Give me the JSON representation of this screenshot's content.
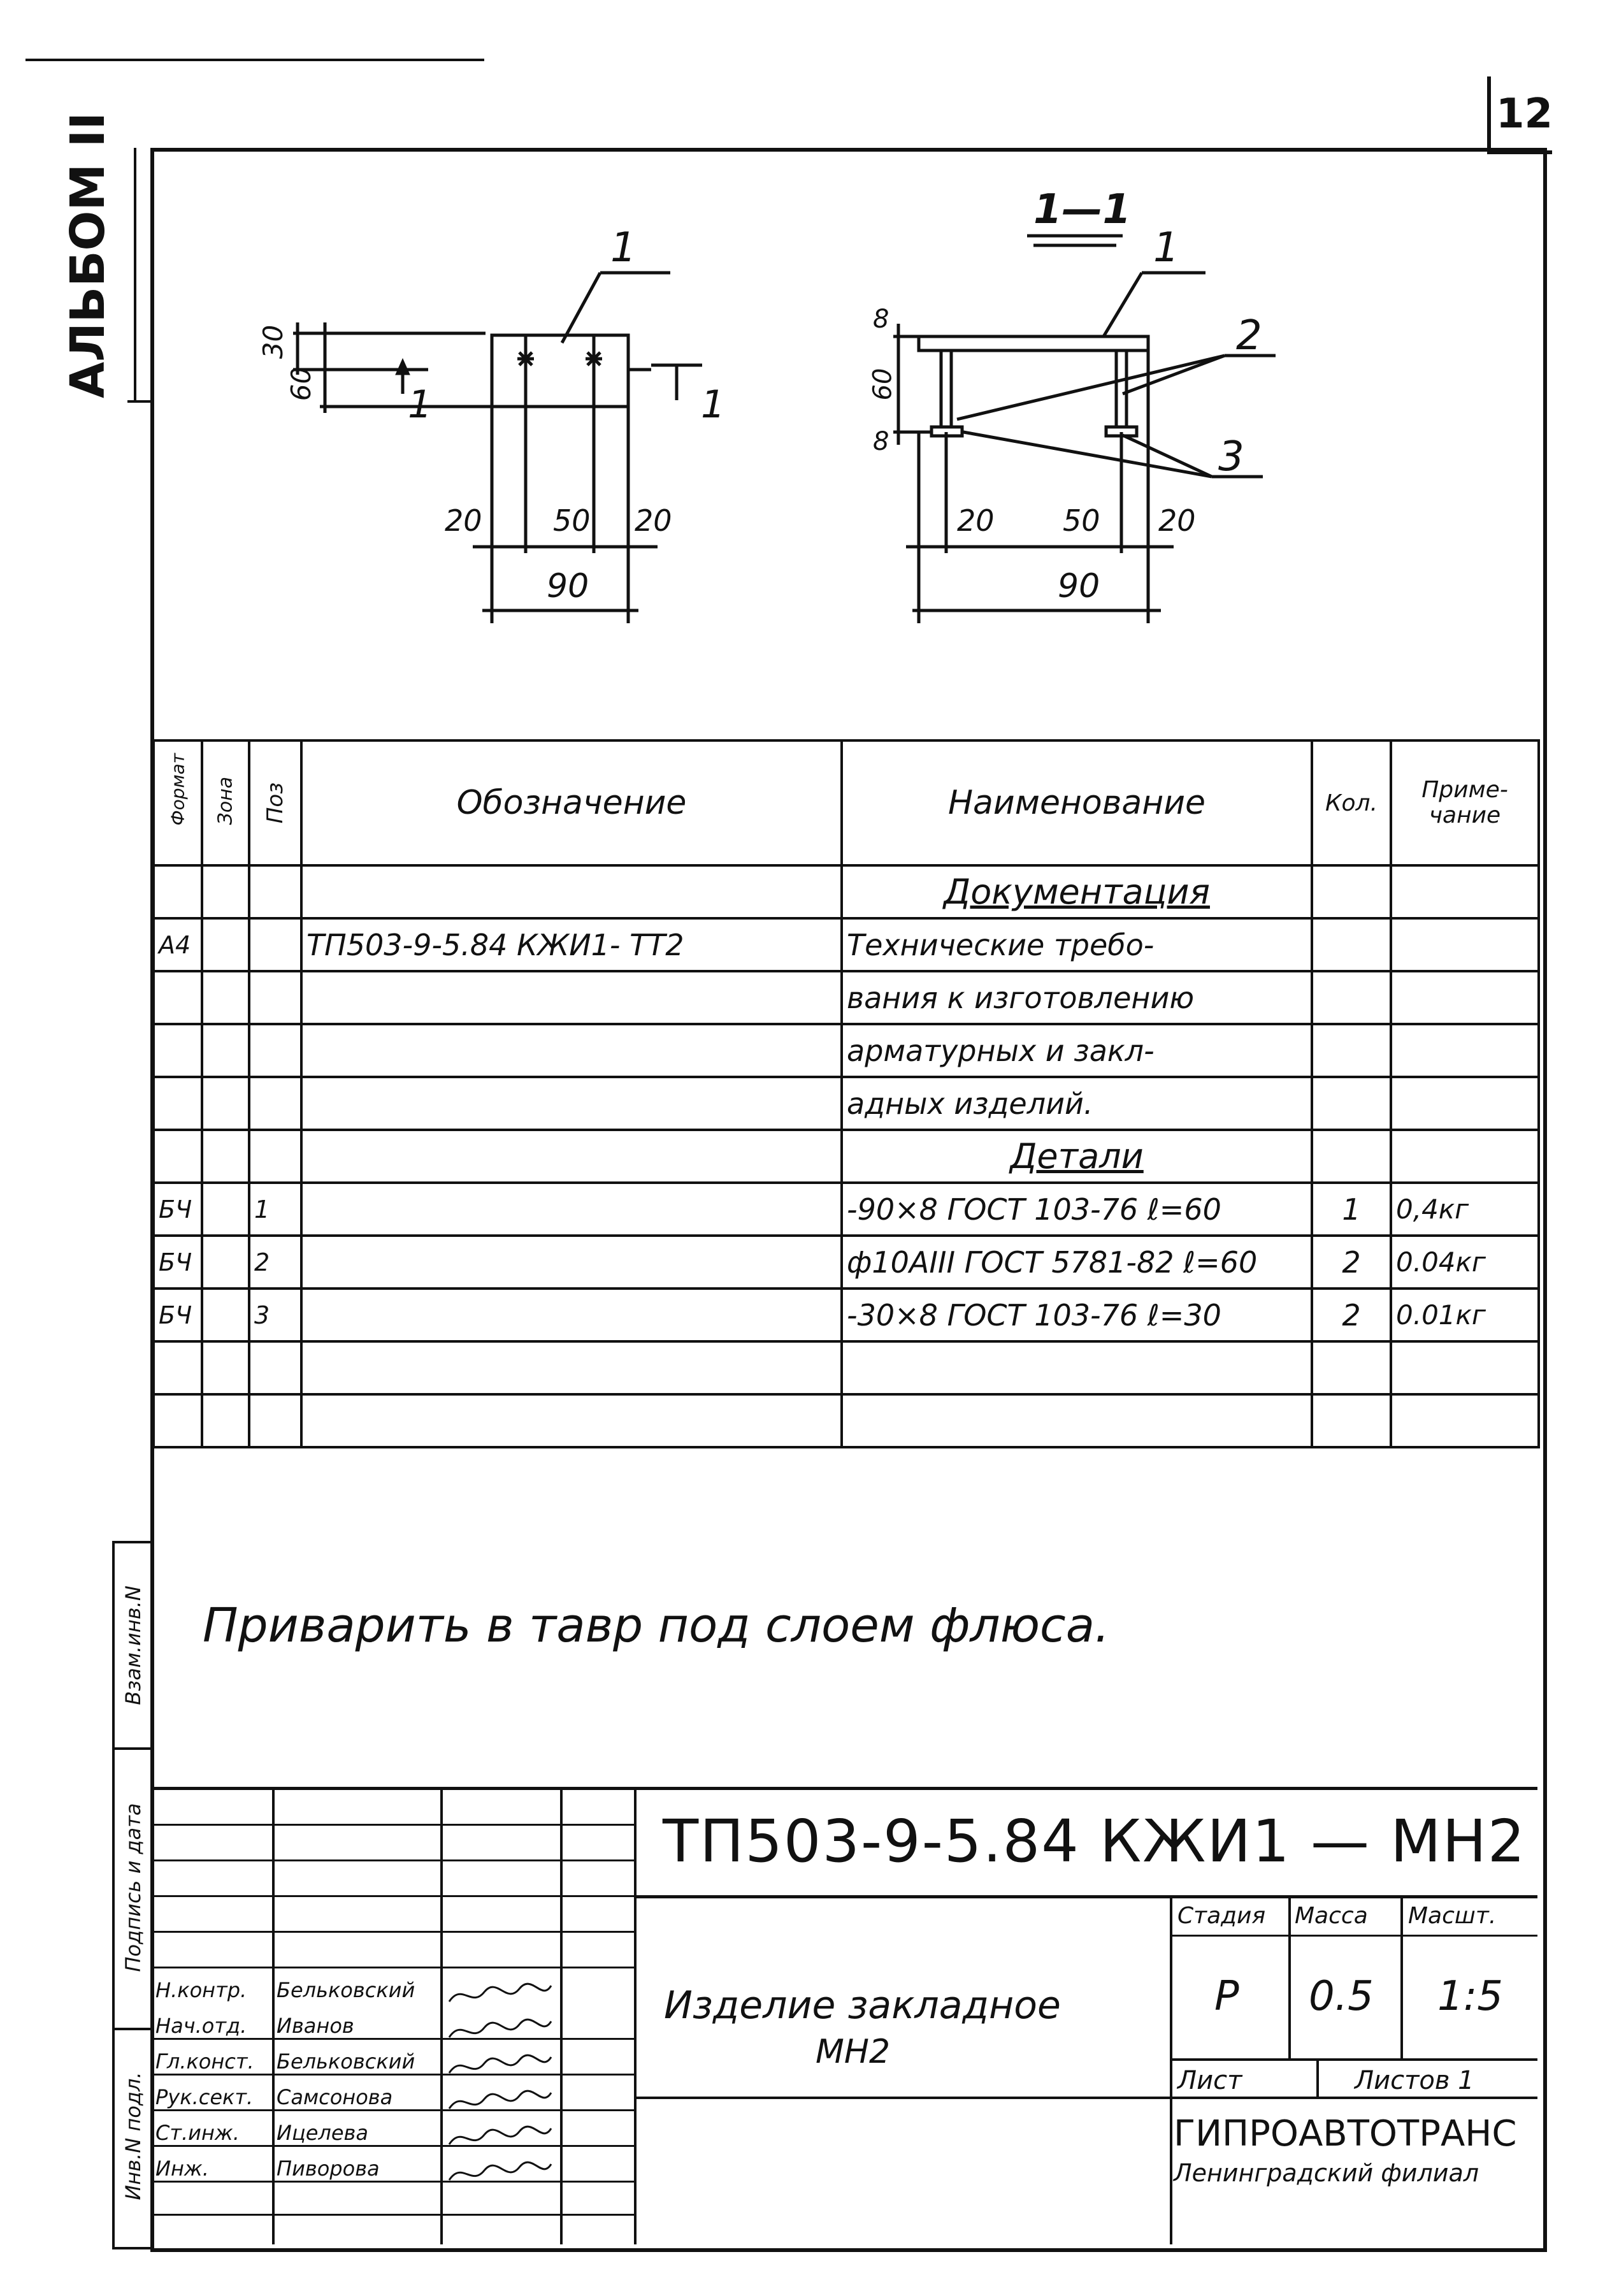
{
  "sheet_number": "12",
  "album_label": "АЛЬБОМ II",
  "drawing": {
    "view_left": {
      "position_callout": "1",
      "dims_vertical": [
        "30",
        "60"
      ],
      "dims_horizontal": [
        "20",
        "50",
        "20"
      ],
      "dim_total": "90",
      "section_mark_left": "1",
      "section_mark_right": "1"
    },
    "view_right": {
      "section_title": "1—1",
      "callouts": [
        "1",
        "2",
        "3"
      ],
      "dims_vertical": [
        "8",
        "60",
        "8"
      ],
      "dims_horizontal": [
        "20",
        "50",
        "20"
      ],
      "dim_total": "90"
    }
  },
  "spec_table": {
    "headers": {
      "format": "Формат",
      "zone": "Зона",
      "pos": "Поз",
      "designation": "Обозначение",
      "name": "Наименование",
      "qty": "Кол.",
      "note": "Приме-\nчание"
    },
    "rows": [
      {
        "format": "",
        "zone": "",
        "pos": "",
        "designation": "",
        "name": "Документация",
        "qty": "",
        "note": "",
        "underline": true
      },
      {
        "format": "А4",
        "zone": "",
        "pos": "",
        "designation": "ТП503-9-5.84   КЖИ1- ТТ2",
        "name": "Технические требо-",
        "qty": "",
        "note": ""
      },
      {
        "format": "",
        "zone": "",
        "pos": "",
        "designation": "",
        "name": "вания к изготовлению",
        "qty": "",
        "note": ""
      },
      {
        "format": "",
        "zone": "",
        "pos": "",
        "designation": "",
        "name": "арматурных и закл-",
        "qty": "",
        "note": ""
      },
      {
        "format": "",
        "zone": "",
        "pos": "",
        "designation": "",
        "name": "адных изделий.",
        "qty": "",
        "note": ""
      },
      {
        "format": "",
        "zone": "",
        "pos": "",
        "designation": "",
        "name": "Детали",
        "qty": "",
        "note": "",
        "underline": true
      },
      {
        "format": "БЧ",
        "zone": "",
        "pos": "1",
        "designation": "",
        "name": "-90×8 ГОСТ 103-76 ℓ=60",
        "qty": "1",
        "note": "0,4кг"
      },
      {
        "format": "БЧ",
        "zone": "",
        "pos": "2",
        "designation": "",
        "name": "ф10АIII ГОСТ 5781-82 ℓ=60",
        "qty": "2",
        "note": "0.04кг"
      },
      {
        "format": "БЧ",
        "zone": "",
        "pos": "3",
        "designation": "",
        "name": "-30×8 ГОСТ 103-76 ℓ=30",
        "qty": "2",
        "note": "0.01кг"
      },
      {
        "format": "",
        "zone": "",
        "pos": "",
        "designation": "",
        "name": "",
        "qty": "",
        "note": ""
      },
      {
        "format": "",
        "zone": "",
        "pos": "",
        "designation": "",
        "name": "",
        "qty": "",
        "note": ""
      }
    ]
  },
  "note_text": "Приварить в тавр под слоем флюса.",
  "side_labels": {
    "inv_original": "Инв.N подл.",
    "sign_date": "Подпись и дата",
    "replace_inv": "Взам.инв.N"
  },
  "title_block": {
    "doc_code": "ТП503-9-5.84 КЖИ1 — МН2",
    "item_name_line1": "Изделие закладное",
    "item_name_line2": "МН2",
    "stage_label": "Стадия",
    "mass_label": "Масса",
    "scale_label": "Масшт.",
    "stage_value": "Р",
    "mass_value": "0.5",
    "scale_value": "1:5",
    "sheet_label": "Лист",
    "sheets_label": "Листов 1",
    "org_name": "ГИПРОАВТОТРАНС",
    "org_branch": "Ленинградский филиал",
    "signatures": [
      {
        "role": "Н.контр.",
        "name": "Бельковский"
      },
      {
        "role": "Нач.отд.",
        "name": "Иванов"
      },
      {
        "role": "Гл.конст.",
        "name": "Бельковский"
      },
      {
        "role": "Рук.сект.",
        "name": "Самсонова"
      },
      {
        "role": "Ст.инж.",
        "name": "Ицелева"
      },
      {
        "role": "Инж.",
        "name": "Пиворова"
      }
    ]
  }
}
